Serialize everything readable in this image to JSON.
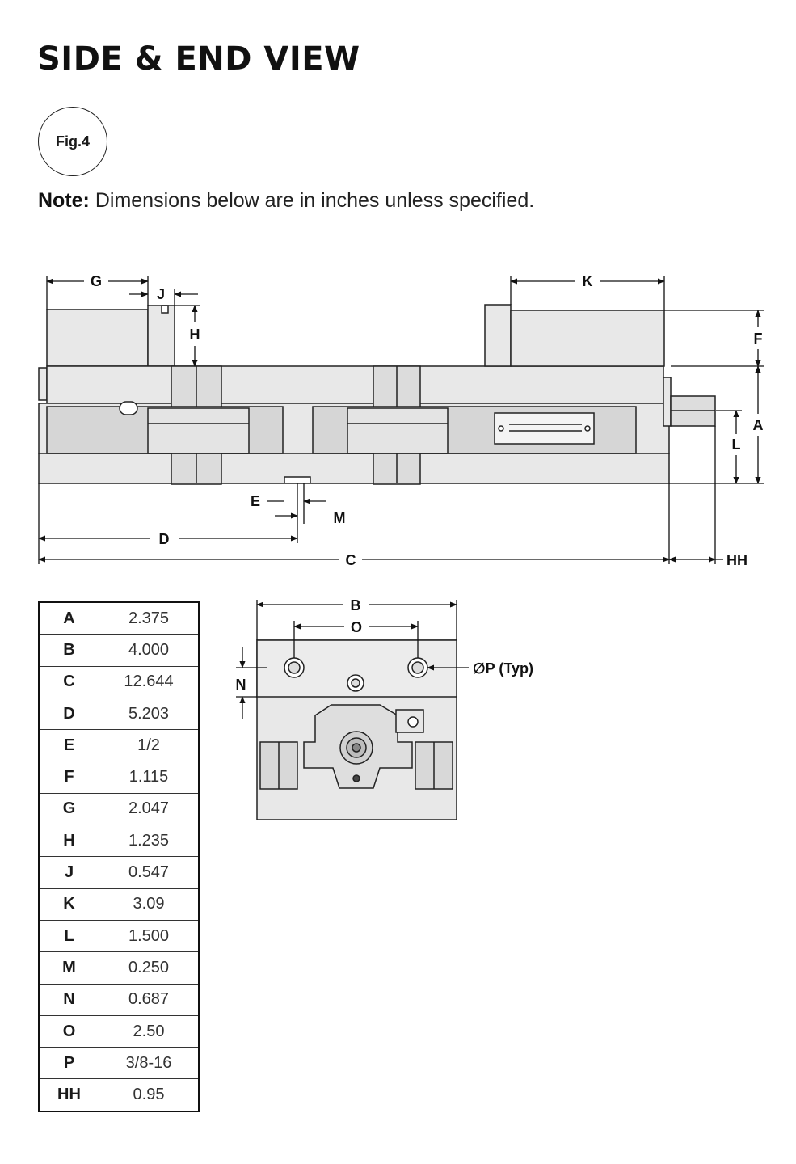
{
  "page": {
    "title": "SIDE & END VIEW",
    "figure_label": "Fig.4",
    "note_label": "Note:",
    "note_text": " Dimensions below are in inches unless specified."
  },
  "side_view": {
    "labels": {
      "G": "G",
      "J": "J",
      "H": "H",
      "K": "K",
      "F": "F",
      "A": "A",
      "L": "L",
      "E": "E",
      "M": "M",
      "D": "D",
      "C": "C",
      "HH": "HH"
    }
  },
  "end_view": {
    "labels": {
      "B": "B",
      "O": "O",
      "N": "N",
      "P": "∅P (Typ)"
    }
  },
  "dimension_table": {
    "rows": [
      {
        "key": "A",
        "value": "2.375"
      },
      {
        "key": "B",
        "value": "4.000"
      },
      {
        "key": "C",
        "value": "12.644"
      },
      {
        "key": "D",
        "value": "5.203"
      },
      {
        "key": "E",
        "value": "1/2"
      },
      {
        "key": "F",
        "value": "1.115"
      },
      {
        "key": "G",
        "value": "2.047"
      },
      {
        "key": "H",
        "value": "1.235"
      },
      {
        "key": "J",
        "value": "0.547"
      },
      {
        "key": "K",
        "value": "3.09"
      },
      {
        "key": "L",
        "value": "1.500"
      },
      {
        "key": "M",
        "value": "0.250"
      },
      {
        "key": "N",
        "value": "0.687"
      },
      {
        "key": "O",
        "value": "2.50"
      },
      {
        "key": "P",
        "value": "3/8-16"
      },
      {
        "key": "HH",
        "value": "0.95"
      }
    ]
  },
  "colors": {
    "body_fill": "#e8e8e8",
    "line": "#222222",
    "page_bg": "#ffffff"
  }
}
